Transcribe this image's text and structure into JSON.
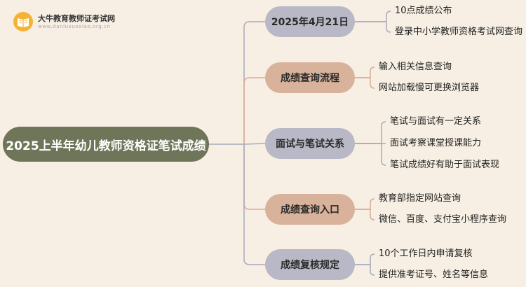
{
  "logo": {
    "name": "大牛教育教师证考试网",
    "url": "www.daniuxuexiao.org.cn",
    "icon": "book-icon"
  },
  "root": {
    "label": "2025上半年幼儿教师资格证笔试成绩"
  },
  "branches": [
    {
      "label": "2025年4月21日",
      "style": "grey",
      "children": [
        "10点成绩公布",
        "登录中小学教师资格考试网查询"
      ]
    },
    {
      "label": "成绩查询流程",
      "style": "tan",
      "children": [
        "输入相关信息查询",
        "网站加载慢可更换浏览器"
      ]
    },
    {
      "label": "面试与笔试关系",
      "style": "grey",
      "children": [
        "笔试与面试有一定关系",
        "面试考察课堂授课能力",
        "笔试成绩好有助于面试表现"
      ]
    },
    {
      "label": "成绩查询入口",
      "style": "tan",
      "children": [
        "教育部指定网站查询",
        "微信、百度、支付宝小程序查询"
      ]
    },
    {
      "label": "成绩复核规定",
      "style": "grey",
      "children": [
        "10个工作日内申请复核",
        "提供准考证号、姓名等信息"
      ]
    }
  ],
  "colors": {
    "background": "#f7efe3",
    "root": "#6e7558",
    "branch_grey": "#b8b8c6",
    "branch_tan": "#d9b29b",
    "line_grey": "#a9a9bb",
    "line_tan": "#d7ab95"
  }
}
